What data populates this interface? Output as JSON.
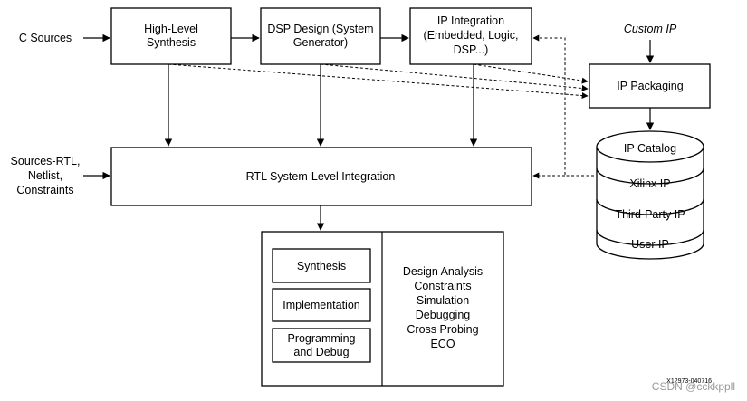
{
  "inputs": {
    "c_sources": "C Sources",
    "rtl_sources": [
      "Sources-RTL,",
      "Netlist,",
      "Constraints"
    ],
    "custom_ip": "Custom IP"
  },
  "boxes": {
    "hls": [
      "High-Level",
      "Synthesis"
    ],
    "dsp": [
      "DSP Design (System",
      "Generator)"
    ],
    "ipi": [
      "IP Integration",
      "(Embedded, Logic,",
      "DSP...)"
    ],
    "ip_packaging": "IP Packaging",
    "rtl_integration": "RTL System-Level Integration",
    "synthesis": "Synthesis",
    "implementation": "Implementation",
    "prog_debug": [
      "Programming",
      "and Debug"
    ]
  },
  "analysis_list": [
    "Design Analysis",
    "Constraints",
    "Simulation",
    "Debugging",
    "Cross Probing",
    "ECO"
  ],
  "catalog": {
    "title": "IP Catalog",
    "items": [
      "Xilinx IP",
      "Third-Party IP",
      "User IP"
    ]
  },
  "figure_id": "X12973-040716",
  "watermark": "CSDN @cckkppll"
}
